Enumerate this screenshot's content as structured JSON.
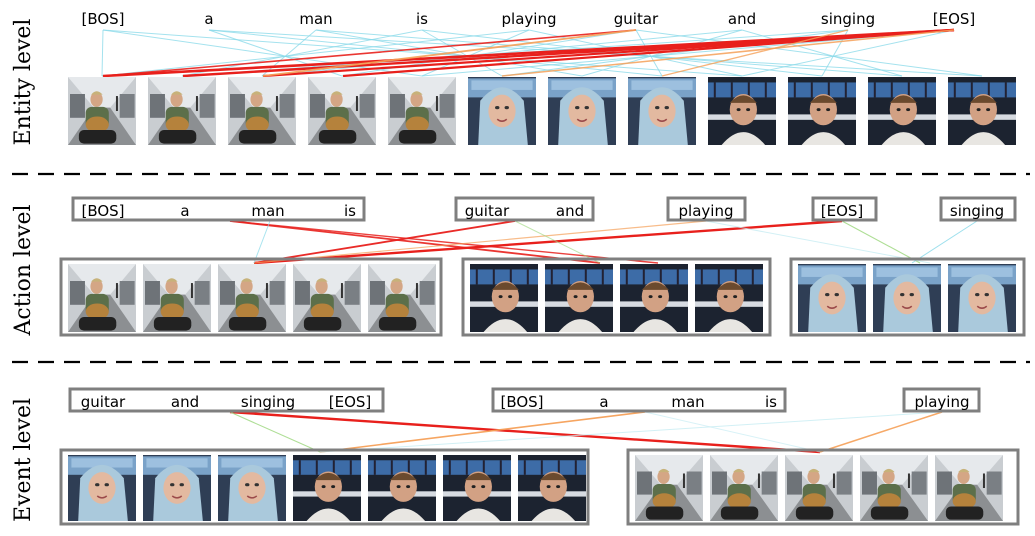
{
  "levels": [
    {
      "label": "Entity level",
      "tokens": [
        "[BOS]",
        "a",
        "man",
        "is",
        "playing",
        "guitar",
        "and",
        "singing",
        "[EOS]"
      ],
      "token_groups": [],
      "frame_groups": [],
      "frames": [
        "guitar",
        "guitar",
        "guitar",
        "guitar",
        "guitar",
        "hood",
        "hood",
        "hood",
        "station",
        "station",
        "station",
        "station"
      ]
    },
    {
      "label": "Action level",
      "token_groups": [
        [
          "[BOS]",
          "a",
          "man",
          "is"
        ],
        [
          "guitar",
          "and"
        ],
        [
          "playing"
        ],
        [
          "[EOS]"
        ],
        [
          "singing"
        ]
      ],
      "frame_groups": [
        [
          "guitar",
          "guitar",
          "guitar",
          "guitar",
          "guitar"
        ],
        [
          "station",
          "station",
          "station",
          "station"
        ],
        [
          "hood",
          "hood",
          "hood"
        ]
      ]
    },
    {
      "label": "Event level",
      "token_groups": [
        [
          "guitar",
          "and",
          "singing",
          "[EOS]"
        ],
        [
          "[BOS]",
          "a",
          "man",
          "is"
        ],
        [
          "playing"
        ]
      ],
      "frame_groups": [
        [
          "hood",
          "hood",
          "hood",
          "station",
          "station",
          "station",
          "station"
        ],
        [
          "guitar",
          "guitar",
          "guitar",
          "guitar",
          "guitar"
        ]
      ]
    }
  ],
  "colors": {
    "strong": "#e8201c",
    "orange": "#f5a058",
    "green": "#9ad67a",
    "cyan": "#86d8e8",
    "light": "#c7ecf3",
    "group_border": "#7f7f7f",
    "separator": "#000000"
  }
}
